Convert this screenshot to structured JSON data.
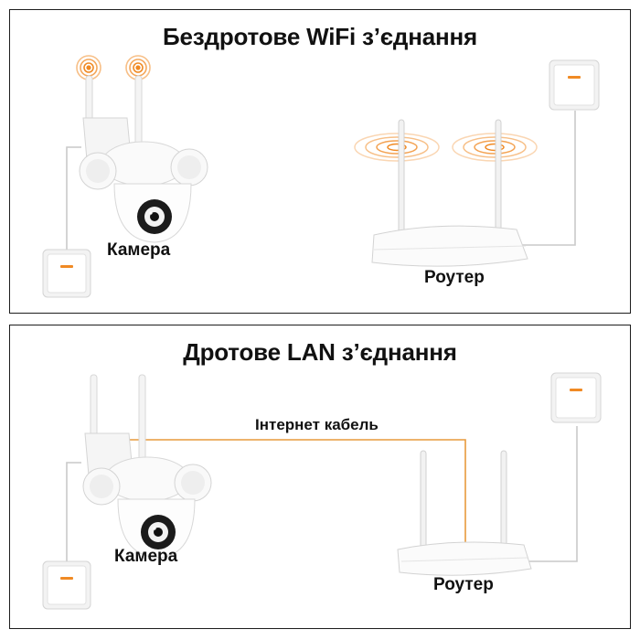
{
  "wifi": {
    "title": "Бездротове WiFi з’єднання",
    "camera_label": "Камера",
    "router_label": "Роутер"
  },
  "lan": {
    "title": "Дротове LAN з’єднання",
    "camera_label": "Камера",
    "router_label": "Роутер",
    "cable_label": "Інтернет кабель"
  },
  "colors": {
    "signal": "#f08a24",
    "cable": "#e79a3c",
    "border": "#1d1d1d"
  }
}
